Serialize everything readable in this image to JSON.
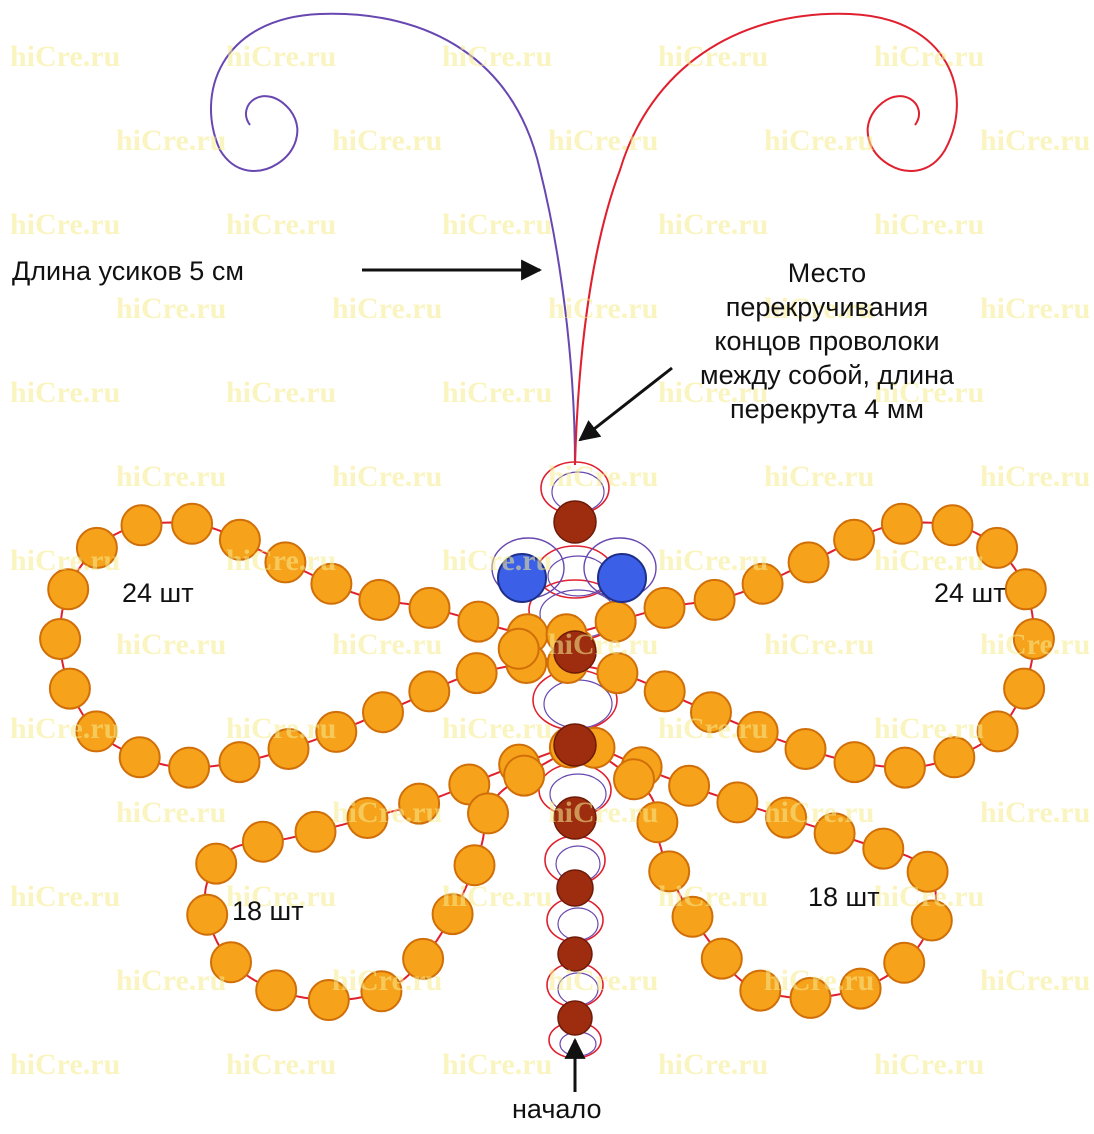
{
  "labels": {
    "antenna_length": "Длина усиков 5 см",
    "twist_place": [
      "Место",
      "перекручивания",
      "концов проволоки",
      "между собой, длина",
      "перекрута 4 мм"
    ],
    "upper_left_count": "24 шт",
    "upper_right_count": "24 шт",
    "lower_left_count": "18 шт",
    "lower_right_count": "18 шт",
    "start": "начало"
  },
  "watermark": "hiCre.ru",
  "colors": {
    "wing_bead": "#f7a21b",
    "wing_bead_edge": "#d06f08",
    "body_bead": "#9e2d10",
    "eye_bead": "#3c5fe8",
    "wire_red": "#e0202e",
    "wire_purple": "#6848b0",
    "arrow": "#111111"
  }
}
